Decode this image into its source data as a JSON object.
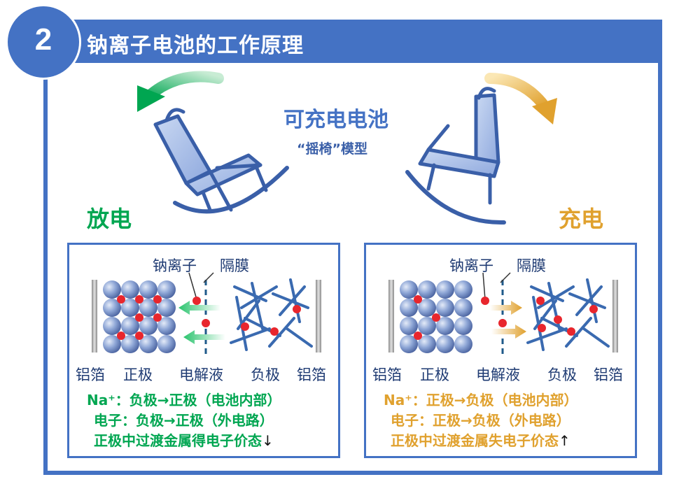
{
  "badge": {
    "number": "2"
  },
  "header": {
    "title": "钠离子电池的工作原理"
  },
  "center": {
    "title": "可充电电池",
    "subtitle": "“摇椅”模型"
  },
  "modes": {
    "discharge": "放电",
    "charge": "充电"
  },
  "diagram_labels": {
    "sodium_ion": "钠离子",
    "separator": "隔膜",
    "al_foil": "铝箔",
    "cathode": "正极",
    "electrolyte": "电解液",
    "anode": "负极"
  },
  "discharge_notes": {
    "line1": "Na⁺：负极→正极（电池内部）",
    "line2": "电子：负极→正极（外电路）",
    "line3": "正极中过渡金属得电子价态",
    "arrow": "↓"
  },
  "charge_notes": {
    "line1": "Na⁺：正极→负极（电池内部）",
    "line2": "电子：正极→负极（外电路）",
    "line3": "正极中过渡金属失电子价态",
    "arrow": "↑"
  },
  "colors": {
    "accent_blue": "#4472c4",
    "discharge_green": "#00a651",
    "charge_gold": "#e0a12e",
    "ion_red": "#e8262d"
  }
}
